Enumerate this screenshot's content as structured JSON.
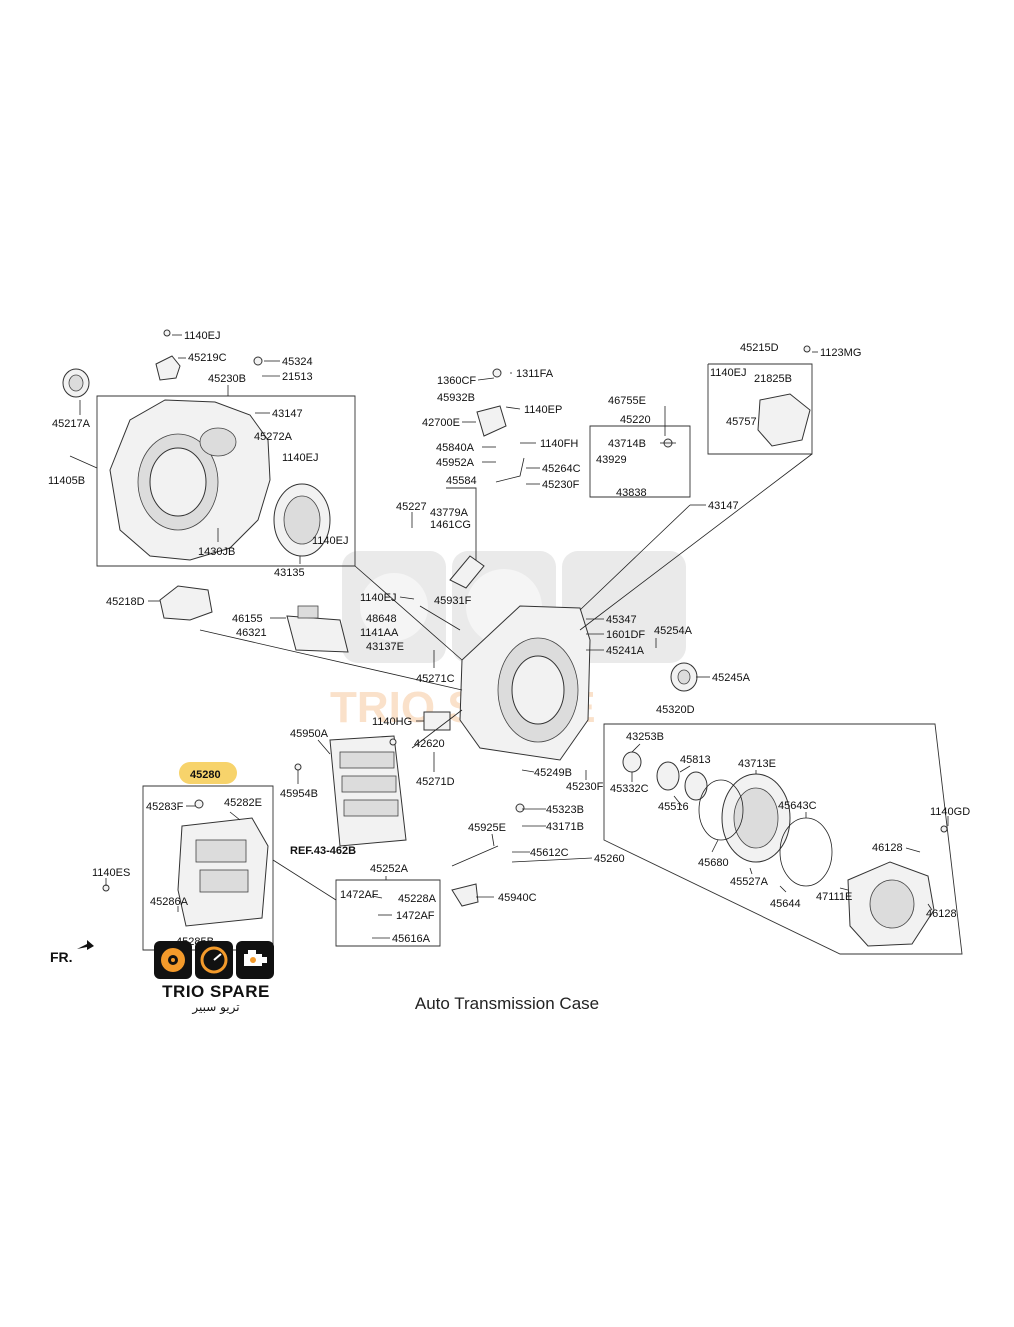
{
  "caption": "Auto Transmission Case",
  "brand": {
    "name": "TRIO SPARE",
    "arabic": "تريو سبير",
    "accent": "#f39a2b",
    "highlight": "#f7d36b"
  },
  "front_indicator": "FR.",
  "reference": "REF.43-462B",
  "highlighted_part": "45280",
  "labels": {
    "l1140EJ_a": "1140EJ",
    "l45219C": "45219C",
    "l45324": "45324",
    "l21513": "21513",
    "l45230B": "45230B",
    "l45217A": "45217A",
    "l43147_a": "43147",
    "l45272A": "45272A",
    "l1140EJ_b": "1140EJ",
    "l11405B": "11405B",
    "l1430JB": "1430JB",
    "l43135": "43135",
    "l1140EJ_c": "1140EJ",
    "l45218D": "45218D",
    "l46155": "46155",
    "l46321": "46321",
    "l1360CF": "1360CF",
    "l1311FA": "1311FA",
    "l45932B": "45932B",
    "l1140EP": "1140EP",
    "l42700E": "42700E",
    "l1140FH": "1140FH",
    "l45840A": "45840A",
    "l45952A": "45952A",
    "l45264C": "45264C",
    "l45584": "45584",
    "l45230F_a": "45230F",
    "l45227": "45227",
    "l43779A": "43779A",
    "l1461CG": "1461CG",
    "l46755E": "46755E",
    "l45220": "45220",
    "l43714B": "43714B",
    "l43929": "43929",
    "l43838": "43838",
    "l43147_b": "43147",
    "l45215D": "45215D",
    "l1123MG": "1123MG",
    "l1140EJ_d": "1140EJ",
    "l21825B": "21825B",
    "l45757": "45757",
    "l1140EJ_e": "1140EJ",
    "l45931F": "45931F",
    "l48648": "48648",
    "l1141AA": "1141AA",
    "l43137E": "43137E",
    "l45347": "45347",
    "l1601DF": "1601DF",
    "l45254A": "45254A",
    "l45241A": "45241A",
    "l45245A": "45245A",
    "l45271C": "45271C",
    "l45320D": "45320D",
    "l1140HG": "1140HG",
    "l45950A": "45950A",
    "l42620": "42620",
    "l43253B": "43253B",
    "l45954B": "45954B",
    "l45271D": "45271D",
    "l45249B": "45249B",
    "l45230F_b": "45230F",
    "l45332C": "45332C",
    "l45813": "45813",
    "l43713E": "43713E",
    "l45516": "45516",
    "l45643C": "45643C",
    "l1140GD": "1140GD",
    "l45283F": "45283F",
    "l45282E": "45282E",
    "l45323B": "45323B",
    "l45925E": "45925E",
    "l43171B": "43171B",
    "l45612C": "45612C",
    "l45260": "45260",
    "l46128_a": "46128",
    "l45680": "45680",
    "l1140ES": "1140ES",
    "l45252A": "45252A",
    "l45527A": "45527A",
    "l47111E": "47111E",
    "l46128_b": "46128",
    "l45286A": "45286A",
    "l1472AF_a": "1472AF",
    "l45228A": "45228A",
    "l1472AF_b": "1472AF",
    "l45644": "45644",
    "l45940C": "45940C",
    "l45616A": "45616A",
    "l45285B": "45285B"
  }
}
